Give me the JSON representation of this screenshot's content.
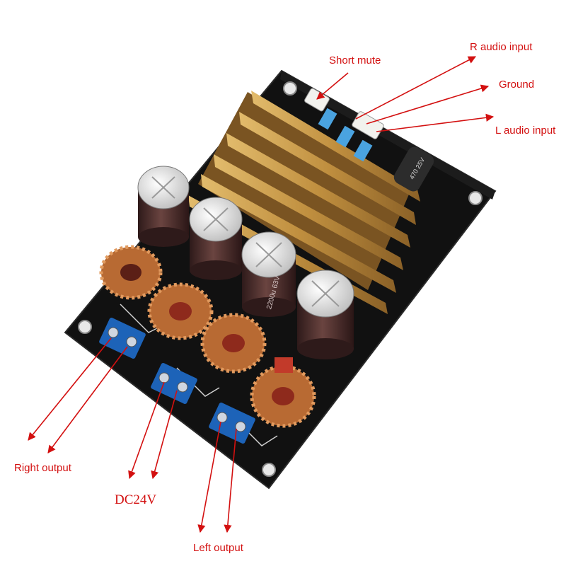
{
  "labels": {
    "short_mute": "Short mute",
    "r_audio_input": "R audio input",
    "ground": "Ground",
    "l_audio_input": "L audio input",
    "right_output": "Right output",
    "dc24v": "DC24V",
    "left_output": "Left output"
  },
  "board_text": {
    "cap_rating": "470 25V",
    "big_cap_mark": "2200u 63V"
  },
  "colors": {
    "label_red": "#d31010",
    "pcb": "#101010",
    "heatsink": "#c79a4a",
    "capacitor": "#4e2e2c",
    "copper_coil": "#c9783e",
    "terminal_blue": "#1d63b8"
  }
}
